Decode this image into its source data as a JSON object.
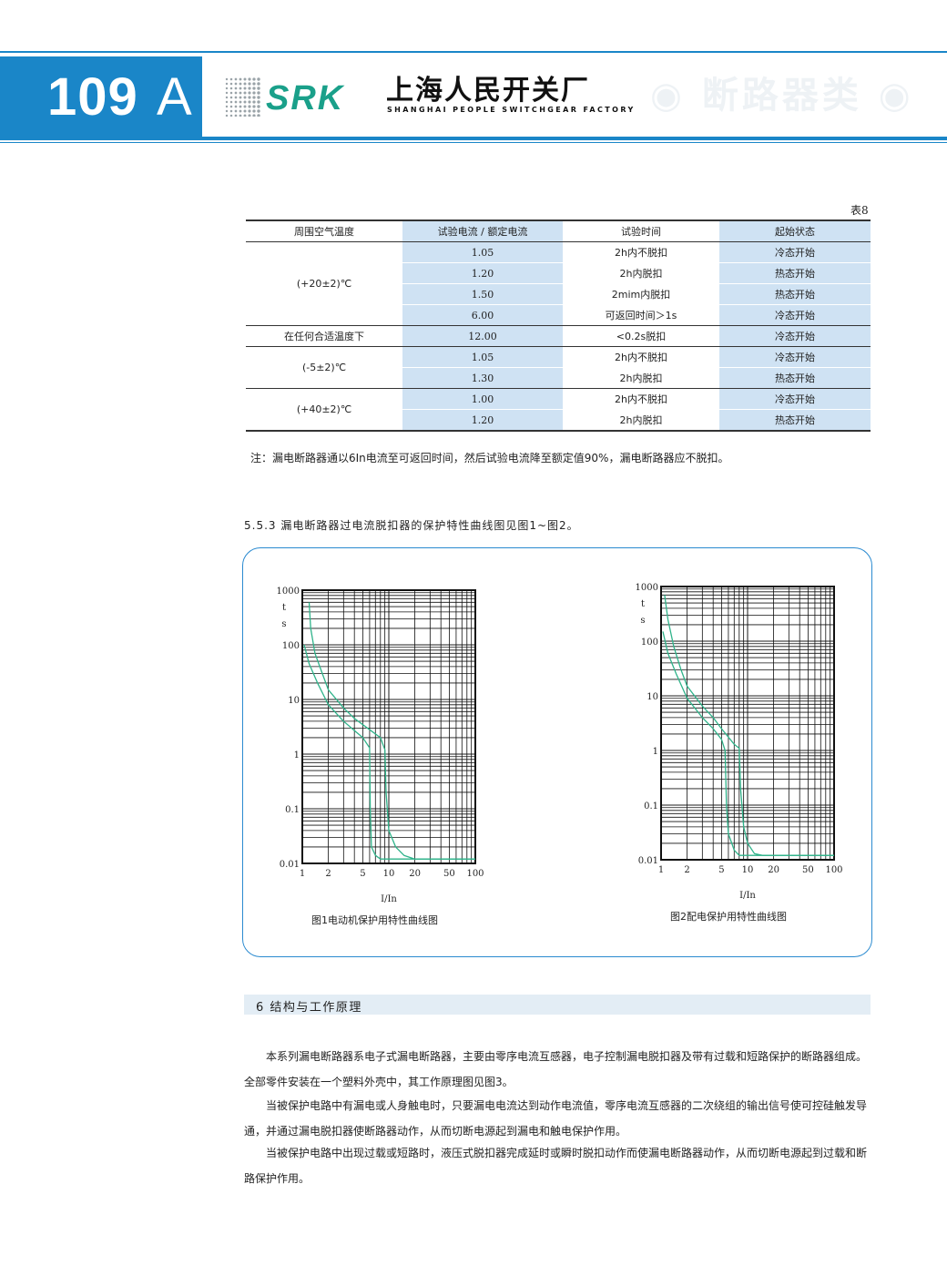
{
  "header": {
    "page_number": "109",
    "page_suffix": "A",
    "logo_text": "SRK",
    "company_cn": "上海人民开关厂",
    "company_en": "SHANGHAI PEOPLE SWITCHGEAR FACTORY",
    "category": "◉ 断路器类 ◉"
  },
  "table8": {
    "label": "表8",
    "headers": [
      "周围空气温度",
      "试验电流 / 额定电流",
      "试验时间",
      "起始状态"
    ],
    "groups": [
      {
        "temp": "(+20±2)℃",
        "rows": [
          {
            "ratio": "1.05",
            "time": "2h内不脱扣",
            "state": "冷态开始"
          },
          {
            "ratio": "1.20",
            "time": "2h内脱扣",
            "state": "热态开始"
          },
          {
            "ratio": "1.50",
            "time": "2mim内脱扣",
            "state": "热态开始"
          },
          {
            "ratio": "6.00",
            "time": "可返回时间＞1s",
            "state": "冷态开始"
          }
        ]
      },
      {
        "temp": "在任何合适温度下",
        "rows": [
          {
            "ratio": "12.00",
            "time": "<0.2s脱扣",
            "state": "冷态开始"
          }
        ]
      },
      {
        "temp": "(-5±2)℃",
        "rows": [
          {
            "ratio": "1.05",
            "time": "2h内不脱扣",
            "state": "冷态开始"
          },
          {
            "ratio": "1.30",
            "time": "2h内脱扣",
            "state": "热态开始"
          }
        ]
      },
      {
        "temp": "(+40±2)℃",
        "rows": [
          {
            "ratio": "1.00",
            "time": "2h内不脱扣",
            "state": "冷态开始"
          },
          {
            "ratio": "1.20",
            "time": "2h内脱扣",
            "state": "热态开始"
          }
        ]
      }
    ]
  },
  "note": "注：漏电断路器通以6In电流至可返回时间，然后试验电流降至额定值90%，漏电断路器应不脱扣。",
  "section_553": "5.5.3 漏电断路器过电流脱扣器的保护特性曲线图见图1~图2。",
  "chart_data": [
    {
      "type": "line",
      "title": "图1电动机保护用特性曲线图",
      "xlabel": "I/In",
      "ylabel": "t s",
      "x_scale": "log",
      "y_scale": "log",
      "xlim": [
        1,
        100
      ],
      "ylim": [
        0.01,
        1000
      ],
      "x_ticks": [
        "1",
        "2",
        "5",
        "10",
        "20",
        "50",
        "100"
      ],
      "y_ticks": [
        "1000",
        "100",
        "10",
        "1",
        "0.1",
        "0.01"
      ],
      "grid": true,
      "line_color": "#2fb38a",
      "series": [
        {
          "x": [
            1.05,
            1.2,
            1.5,
            2,
            3,
            4,
            5,
            6,
            6.1,
            6.3,
            7,
            8,
            10,
            100
          ],
          "y": [
            100,
            45,
            20,
            8,
            4,
            2.7,
            2,
            1.3,
            0.1,
            0.02,
            0.014,
            0.012,
            0.012,
            0.012
          ]
        },
        {
          "x": [
            1.2,
            1.25,
            1.4,
            1.7,
            2,
            3,
            4,
            6,
            8,
            9,
            9.3,
            10,
            12,
            15,
            20,
            100
          ],
          "y": [
            600,
            200,
            70,
            30,
            15,
            7,
            4.5,
            2.8,
            2,
            1.2,
            0.2,
            0.04,
            0.02,
            0.014,
            0.012,
            0.012
          ]
        }
      ]
    },
    {
      "type": "line",
      "title": "图2配电保护用特性曲线图",
      "xlabel": "I/In",
      "ylabel": "t s",
      "x_scale": "log",
      "y_scale": "log",
      "xlim": [
        1,
        100
      ],
      "ylim": [
        0.01,
        1000
      ],
      "x_ticks": [
        "1",
        "2",
        "5",
        "10",
        "20",
        "50",
        "100"
      ],
      "y_ticks": [
        "1000",
        "100",
        "10",
        "1",
        "0.1",
        "0.01"
      ],
      "grid": true,
      "line_color": "#2fb38a",
      "series": [
        {
          "x": [
            1.05,
            1.2,
            1.5,
            2,
            3,
            4,
            5,
            5.5,
            5.7,
            6,
            7,
            8,
            10,
            100
          ],
          "y": [
            150,
            60,
            25,
            9,
            4,
            2.5,
            1.6,
            1,
            0.1,
            0.03,
            0.015,
            0.012,
            0.012,
            0.012
          ]
        },
        {
          "x": [
            1.1,
            1.2,
            1.4,
            1.7,
            2,
            3,
            4,
            5,
            7,
            8,
            8.3,
            9,
            10,
            12,
            15,
            100
          ],
          "y": [
            700,
            250,
            80,
            30,
            15,
            6.5,
            4,
            2.5,
            1.3,
            1.1,
            0.2,
            0.04,
            0.02,
            0.013,
            0.012,
            0.012
          ]
        }
      ]
    }
  ],
  "section6": "6 结构与工作原理",
  "paragraphs": [
    "本系列漏电断路器系电子式漏电断路器，主要由零序电流互感器，电子控制漏电脱扣器及带有过载和短路保护的断路器组成。全部零件安装在一个塑料外壳中，其工作原理图见图3。",
    "当被保护电路中有漏电或人身触电时，只要漏电电流达到动作电流值，零序电流互感器的二次绕组的输出信号使可控硅触发导通，并通过漏电脱扣器使断路器动作，从而切断电源起到漏电和触电保护作用。",
    "当被保护电路中出现过载或短路时，液压式脱扣器完成延时或瞬时脱扣动作而使漏电断路器动作，从而切断电源起到过载和断路保护作用。"
  ]
}
